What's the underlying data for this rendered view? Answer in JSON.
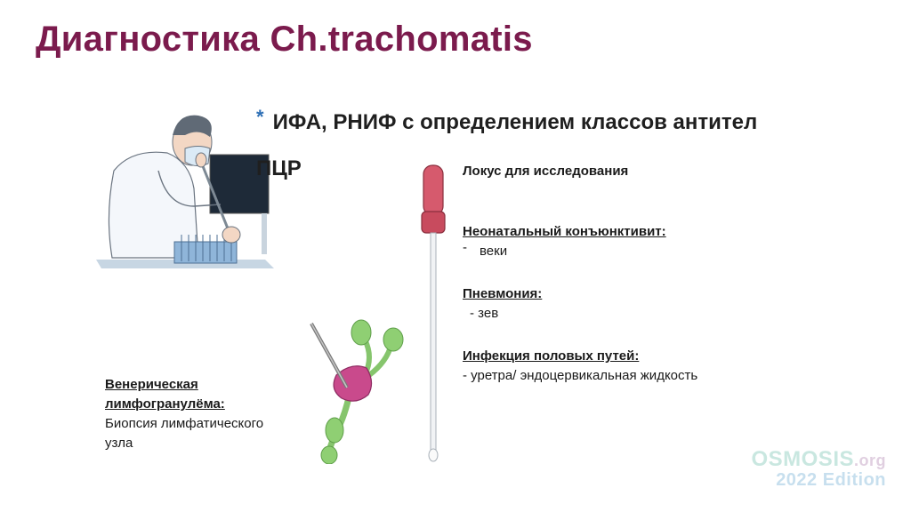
{
  "title": "Диагностика Ch.trachomatis",
  "bullets": {
    "star": "*",
    "item1": "ИФА, РНИФ с определением классов антител",
    "item2": "ПЦР"
  },
  "locus": {
    "heading": "Локус для исследования",
    "neonatal_heading": "Неонатальный конъюнктивит:",
    "neonatal_value": "веки",
    "pneumonia_heading": "Пневмония:",
    "pneumonia_value": "- зев",
    "genital_heading": "Инфекция половых путей:",
    "genital_value": "- уретра/ эндоцервикальная жидкость"
  },
  "lgv": {
    "heading_line1": "Венерическая",
    "heading_line2": "лимфогранулёма:",
    "text_line1": "Биопсия лимфатического",
    "text_line2": "узла"
  },
  "watermark": {
    "brand": "OSMOSIS",
    "org": ".org",
    "edition": "2022 Edition"
  },
  "colors": {
    "title": "#7b1b4d",
    "bullet_star": "#2d6fb5"
  }
}
